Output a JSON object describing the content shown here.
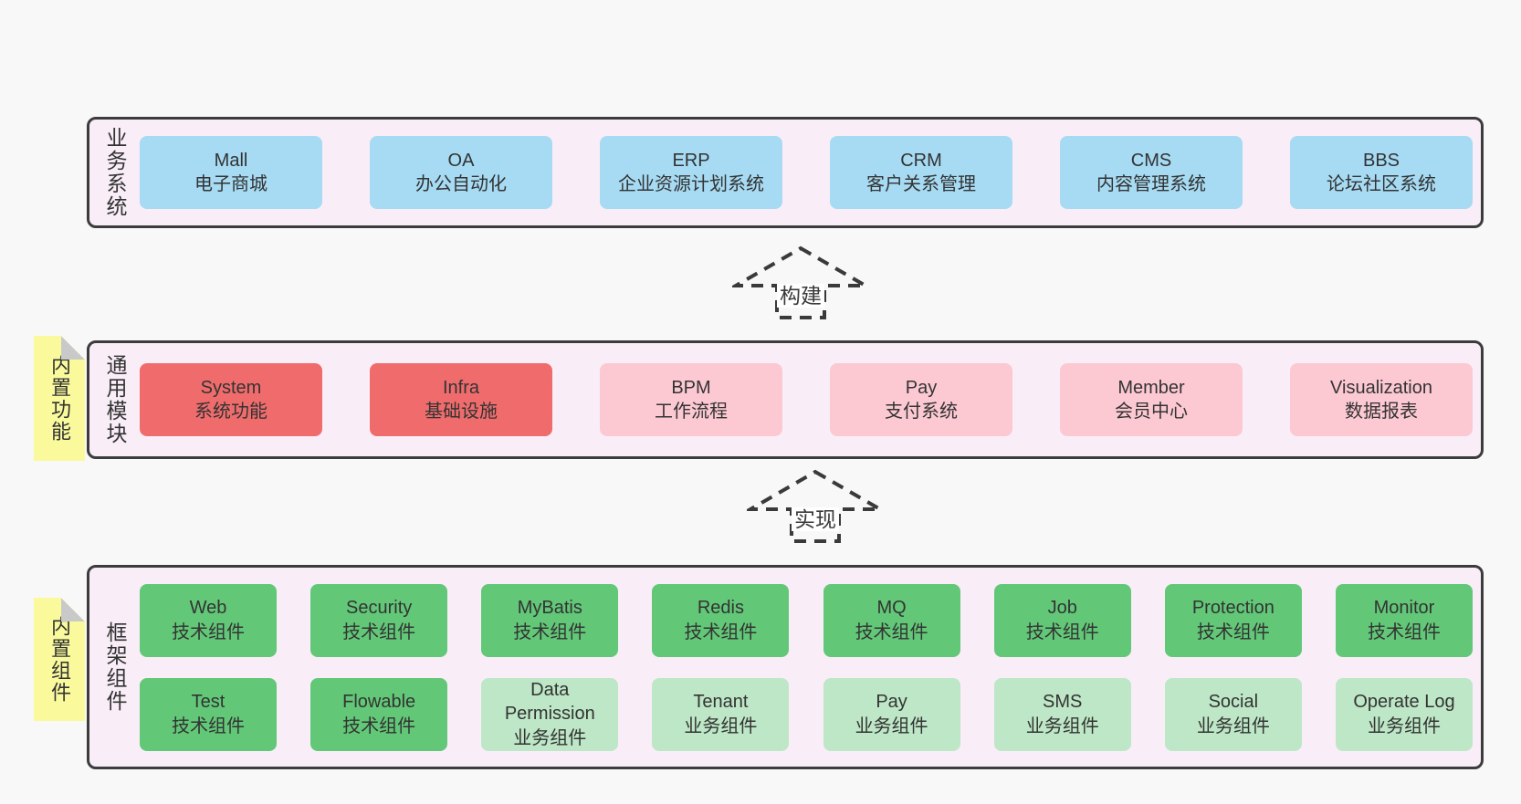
{
  "arrows": {
    "build": "构建",
    "implement": "实现"
  },
  "layers": {
    "business": {
      "side_label": "业务系统",
      "boxes": [
        {
          "title": "Mall",
          "subtitle": "电子商城",
          "variant": "blue"
        },
        {
          "title": "OA",
          "subtitle": "办公自动化",
          "variant": "blue"
        },
        {
          "title": "ERP",
          "subtitle": "企业资源计划系统",
          "variant": "blue"
        },
        {
          "title": "CRM",
          "subtitle": "客户关系管理",
          "variant": "blue"
        },
        {
          "title": "CMS",
          "subtitle": "内容管理系统",
          "variant": "blue"
        },
        {
          "title": "BBS",
          "subtitle": "论坛社区系统",
          "variant": "blue"
        }
      ]
    },
    "modules": {
      "side_label": "通用模块",
      "note_label": "内置功能",
      "boxes": [
        {
          "title": "System",
          "subtitle": "系统功能",
          "variant": "red"
        },
        {
          "title": "Infra",
          "subtitle": "基础设施",
          "variant": "red"
        },
        {
          "title": "BPM",
          "subtitle": "工作流程",
          "variant": "pink"
        },
        {
          "title": "Pay",
          "subtitle": "支付系统",
          "variant": "pink"
        },
        {
          "title": "Member",
          "subtitle": "会员中心",
          "variant": "pink"
        },
        {
          "title": "Visualization",
          "subtitle": "数据报表",
          "variant": "pink"
        }
      ]
    },
    "components": {
      "side_label": "框架组件",
      "note_label": "内置组件",
      "rows": [
        [
          {
            "title": "Web",
            "subtitle": "技术组件",
            "variant": "green"
          },
          {
            "title": "Security",
            "subtitle": "技术组件",
            "variant": "green"
          },
          {
            "title": "MyBatis",
            "subtitle": "技术组件",
            "variant": "green"
          },
          {
            "title": "Redis",
            "subtitle": "技术组件",
            "variant": "green"
          },
          {
            "title": "MQ",
            "subtitle": "技术组件",
            "variant": "green"
          },
          {
            "title": "Job",
            "subtitle": "技术组件",
            "variant": "green"
          },
          {
            "title": "Protection",
            "subtitle": "技术组件",
            "variant": "green"
          },
          {
            "title": "Monitor",
            "subtitle": "技术组件",
            "variant": "green"
          }
        ],
        [
          {
            "title": "Test",
            "subtitle": "技术组件",
            "variant": "green"
          },
          {
            "title": "Flowable",
            "subtitle": "技术组件",
            "variant": "green"
          },
          {
            "title": "Data Permission",
            "subtitle": "业务组件",
            "variant": "lightgreen"
          },
          {
            "title": "Tenant",
            "subtitle": "业务组件",
            "variant": "lightgreen"
          },
          {
            "title": "Pay",
            "subtitle": "业务组件",
            "variant": "lightgreen"
          },
          {
            "title": "SMS",
            "subtitle": "业务组件",
            "variant": "lightgreen"
          },
          {
            "title": "Social",
            "subtitle": "业务组件",
            "variant": "lightgreen"
          },
          {
            "title": "Operate Log",
            "subtitle": "业务组件",
            "variant": "lightgreen"
          }
        ]
      ]
    }
  },
  "colors": {
    "page_bg": "#f8f8f8",
    "layer_bg": "#f9eef7",
    "layer_border": "#3c3c3c",
    "business_box": "#a6dbf3",
    "core_module_box": "#f06c6c",
    "optional_module_box": "#fcc9d3",
    "tech_component_box": "#62c878",
    "biz_component_box": "#bde7c6",
    "note_bg": "#fafa9d",
    "note_fold": "#c9c9c9",
    "arrow_stroke": "#3a3a3a",
    "text": "#333333"
  }
}
